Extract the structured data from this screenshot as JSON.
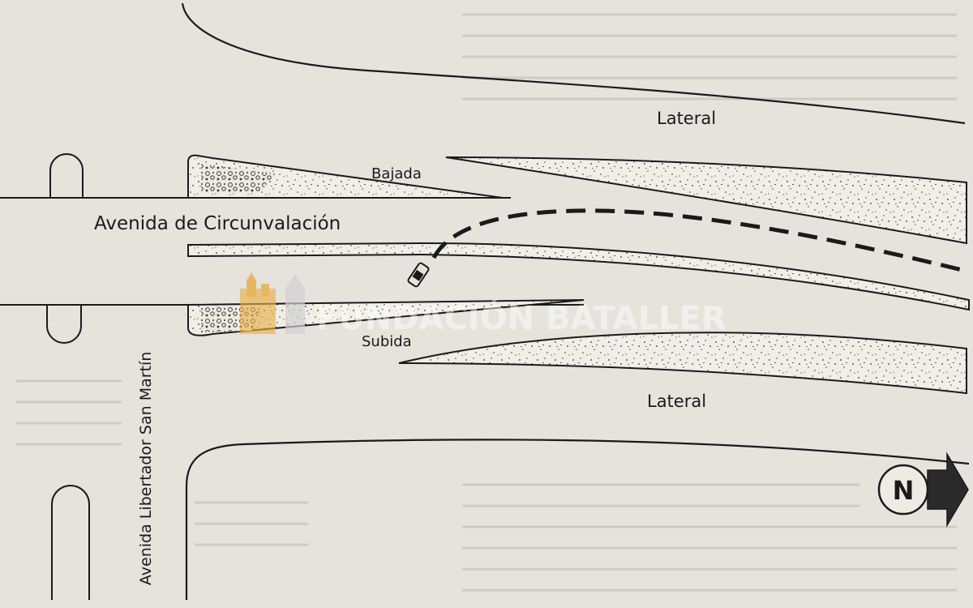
{
  "labels": {
    "lateral_top": "Lateral",
    "bajada": "Bajada",
    "avenida_circunvalacion": "Avenida de Circunvalación",
    "subida": "Subida",
    "lateral_bottom": "Lateral",
    "avenida_san_martin": "Avenida Libertador San Martín"
  },
  "compass": {
    "letter": "N",
    "icon": "north-arrow-icon"
  },
  "watermark": {
    "text": "FUNDACIÓN BATALLER",
    "icon": "castle-logo-icon"
  },
  "colors": {
    "paper": "#e6e3dd",
    "ink": "#1a1a1a",
    "watermark": "#e8b04a"
  }
}
